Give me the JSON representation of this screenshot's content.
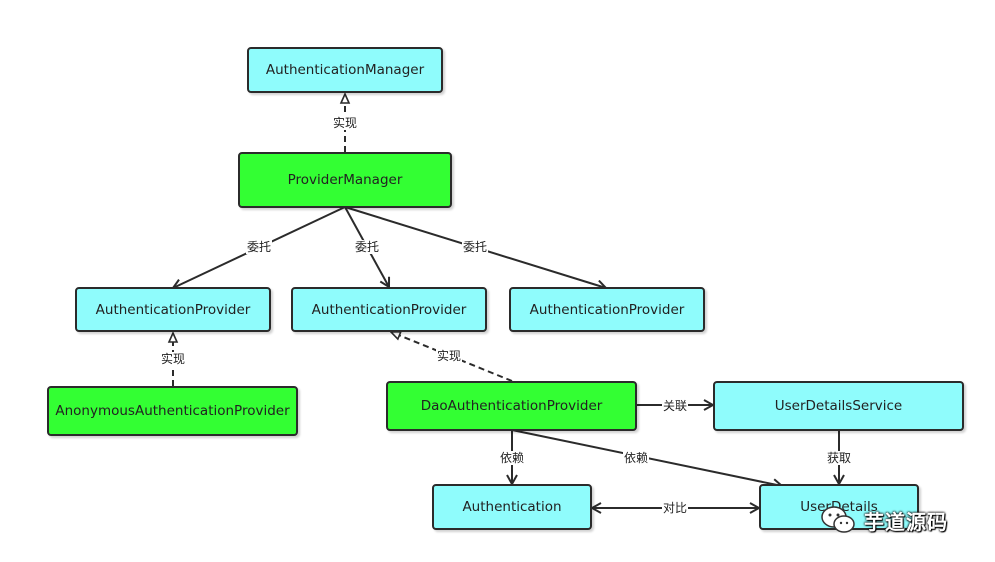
{
  "nodes": {
    "authentication_manager": "AuthenticationManager",
    "provider_manager": "ProviderManager",
    "auth_provider_1": "AuthenticationProvider",
    "auth_provider_2": "AuthenticationProvider",
    "auth_provider_3": "AuthenticationProvider",
    "anonymous_auth_provider": "AnonymousAuthenticationProvider",
    "dao_auth_provider": "DaoAuthenticationProvider",
    "user_details_service": "UserDetailsService",
    "authentication": "Authentication",
    "user_details": "UserDetails"
  },
  "edges": {
    "implements_1": "实现",
    "delegate_1": "委托",
    "delegate_2": "委托",
    "delegate_3": "委托",
    "implements_2": "实现",
    "implements_3": "实现",
    "association": "关联",
    "depends_1": "依赖",
    "depends_2": "依赖",
    "obtain": "获取",
    "compare": "对比"
  },
  "watermark": "芋道源码",
  "colors": {
    "interface": "#8ffcfc",
    "implementation": "#33ff33",
    "stroke": "#2b2b2b"
  }
}
